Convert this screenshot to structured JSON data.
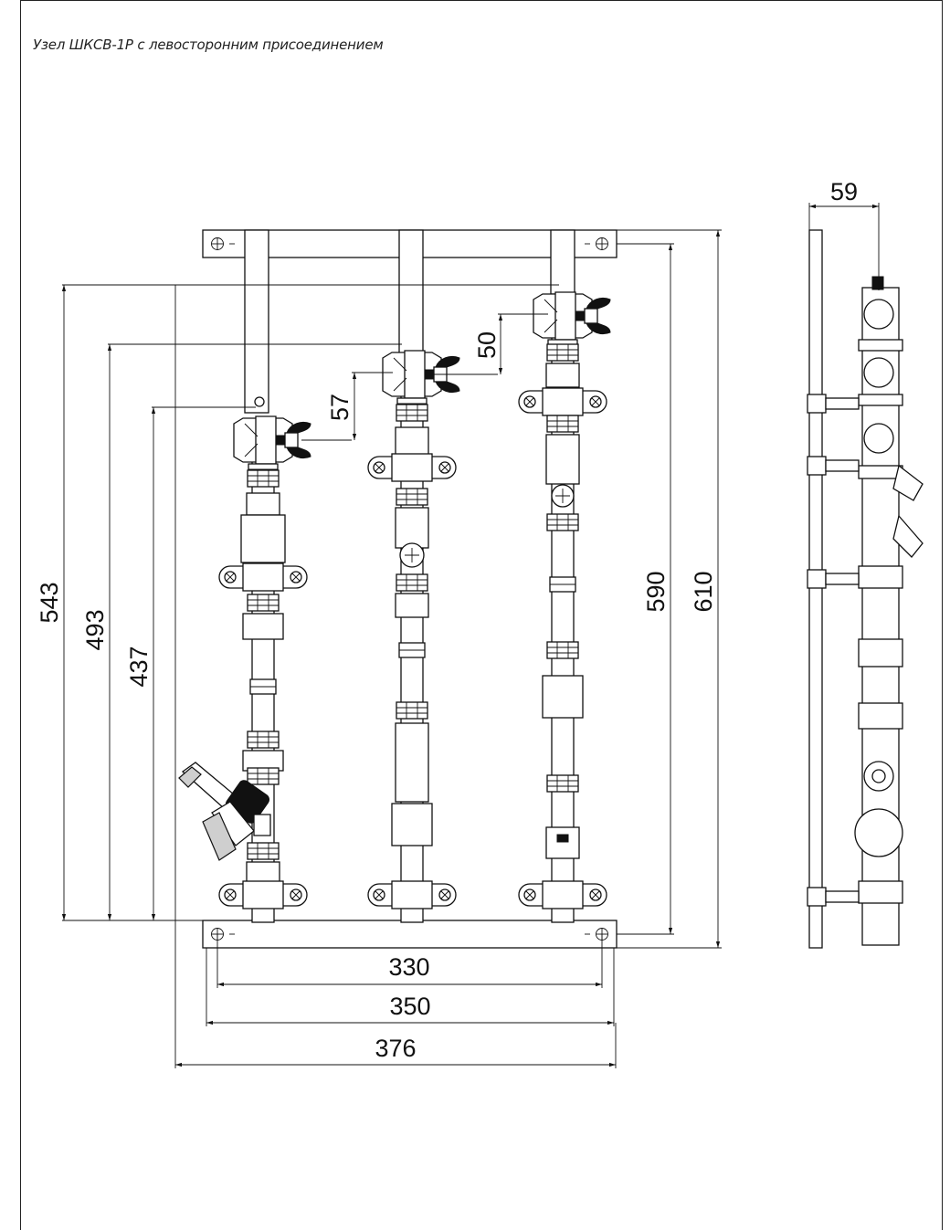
{
  "title": "Узел ШКСВ-1Р с левосторонним присоединением",
  "dimensions": {
    "h543": "543",
    "h493": "493",
    "h437": "437",
    "h57": "57",
    "h50": "50",
    "h590": "590",
    "h610": "610",
    "w330": "330",
    "w350": "350",
    "w376": "376",
    "d59": "59"
  },
  "components": [
    "ball-valve",
    "ball-valve",
    "ball-valve",
    "strainer",
    "balancing-valve"
  ],
  "views": [
    "front-view",
    "side-view"
  ]
}
